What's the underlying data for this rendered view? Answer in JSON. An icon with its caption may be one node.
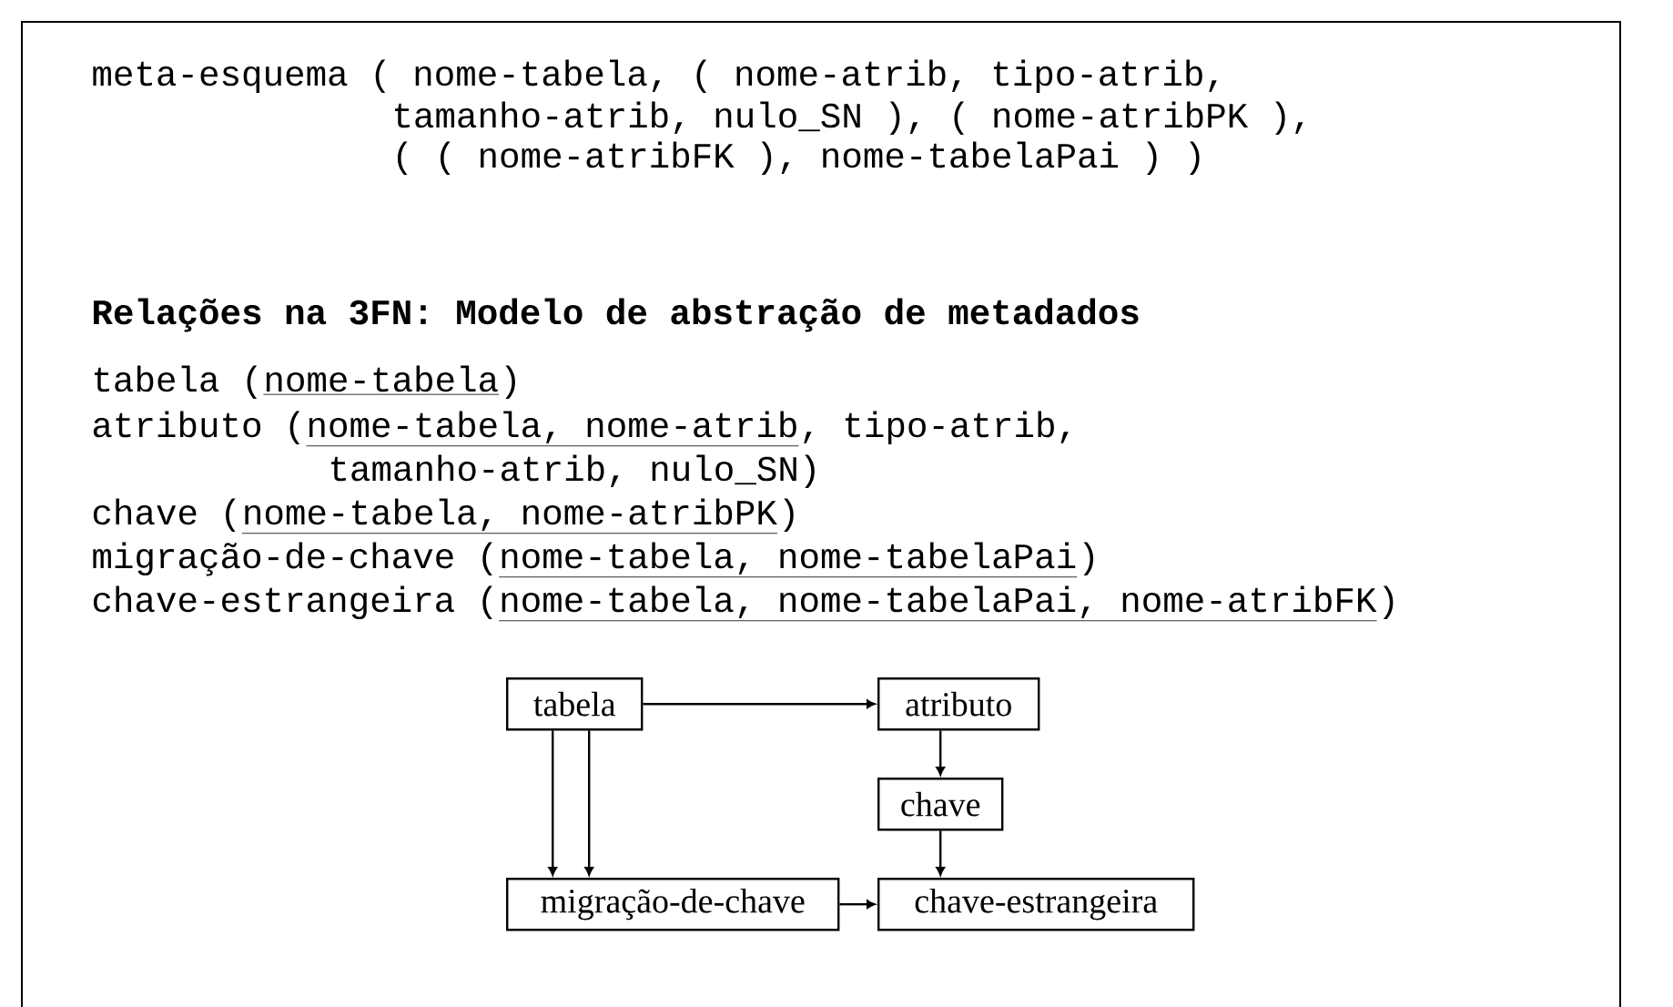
{
  "diagram": {
    "title": "Relações na 3FN: Modelo de abstração de metadados",
    "nodes": [
      {
        "text": [
          "tabela"
        ]
      },
      {
        "text": [
          "atributo"
        ]
      },
      {
        "text": [
          "chave"
        ]
      },
      {
        "text": [
          "migração-de-chave"
        ]
      },
      {
        "text": [
          "chave-estrangeira"
        ]
      }
    ],
    "edges": [
      {
        "from": 0,
        "to": 1,
        "arrow": "to"
      },
      {
        "from": 0,
        "to": 3,
        "arrow": "to"
      },
      {
        "from": 0,
        "to": 3,
        "arrow": "to"
      },
      {
        "from": 1,
        "to": 2,
        "arrow": "to"
      },
      {
        "from": 2,
        "to": 4,
        "arrow": "to"
      },
      {
        "from": 3,
        "to": 4,
        "arrow": "to"
      }
    ],
    "labels": [
      "meta-esquema ( nome-tabela, ( nome-atrib, tipo-atrib,",
      "tamanho-atrib, nulo_SN ), ( nome-atribPK ),",
      "( ( nome-atribFK ), nome-tabelaPai ) )",
      "tabela (",
      "nome-tabela",
      ")",
      "atributo (",
      "nome-tabela, nome-atrib",
      ", tipo-atrib,",
      "tamanho-atrib, nulo_SN)",
      "chave (",
      "nome-tabela, nome-atribPK",
      ")",
      "migração-de-chave (",
      "nome-tabela, nome-tabelaPai",
      ")",
      "chave-estrangeira (",
      "nome-tabela, nome-tabelaPai, nome-atribFK",
      ")"
    ]
  }
}
